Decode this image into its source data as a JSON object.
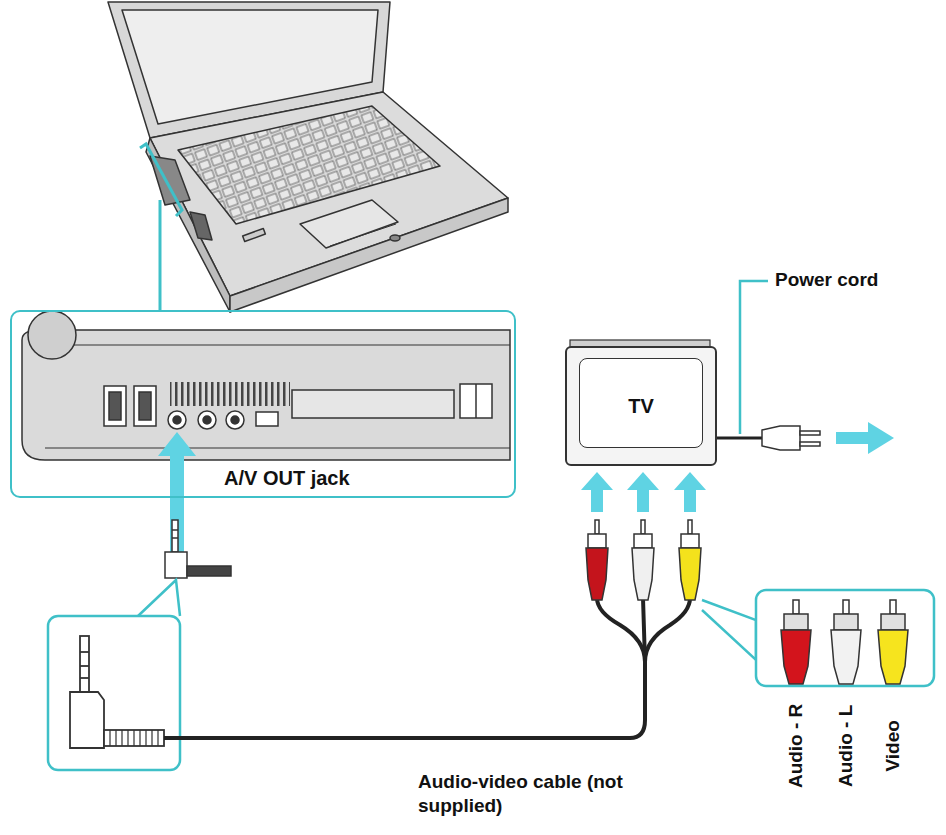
{
  "diagram": {
    "nodes": [
      {
        "text": [
          "A/V OUT jack"
        ]
      },
      {
        "text": [
          "TV"
        ]
      }
    ],
    "labels": [
      "Power cord",
      "Audio - R",
      "Audio - L",
      "Video",
      "Audio-video cable (not supplied)"
    ]
  }
}
